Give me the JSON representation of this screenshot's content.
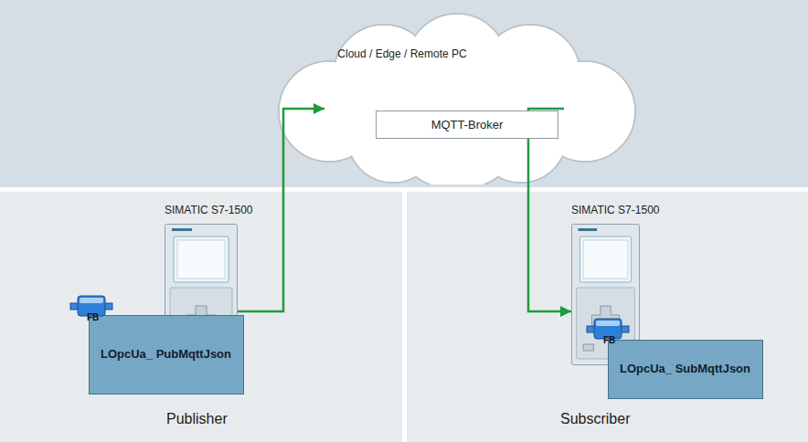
{
  "diagram": {
    "nodes": [
      {
        "text": [
          "Cloud / Edge / Remote PC"
        ]
      },
      {
        "text": [
          "MQTT-Broker"
        ],
        "in": 0
      },
      {
        "text": [
          "Publisher"
        ]
      },
      {
        "text": [
          "SIMATIC S7-1500"
        ],
        "in": 2
      },
      {
        "text": [
          "LOpcUa_ PubMqttJson"
        ],
        "in": 2
      },
      {
        "text": [
          "Subscriber"
        ]
      },
      {
        "text": [
          "SIMATIC S7-1500"
        ],
        "in": 5
      },
      {
        "text": [
          "LOpcUa_ SubMqttJson"
        ],
        "in": 5
      }
    ],
    "edges": [
      {
        "from": 3,
        "to": 1,
        "arrow": "to"
      },
      {
        "from": 1,
        "to": 6,
        "arrow": "to"
      }
    ],
    "labels": [
      "FB",
      "FB"
    ]
  }
}
